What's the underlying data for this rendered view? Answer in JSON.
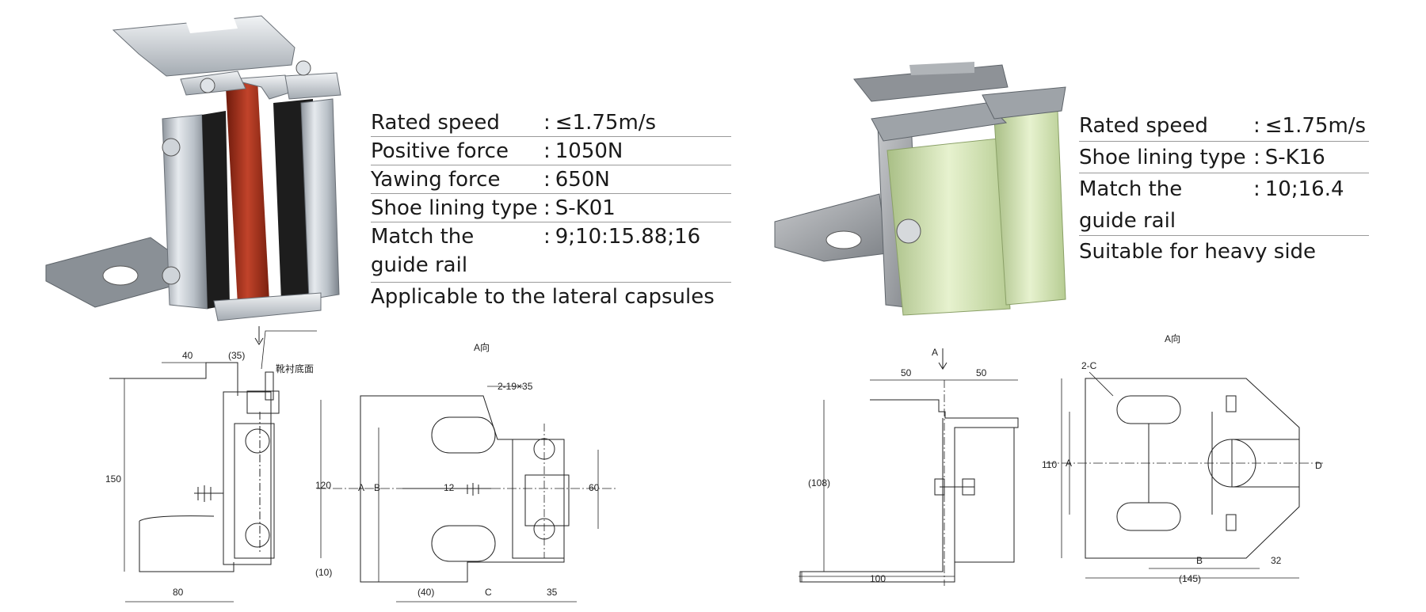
{
  "spec_left": {
    "rows": [
      {
        "key": "Rated speed",
        "value": "≤1.75m/s"
      },
      {
        "key": "Positive force",
        "value": "1050N"
      },
      {
        "key": "Yawing force",
        "value": "650N"
      },
      {
        "key": "Shoe lining type",
        "value": "S-K01"
      },
      {
        "key": "Match the guide rail",
        "value": "9;10:15.88;16"
      }
    ],
    "note": "Applicable to the lateral capsules"
  },
  "spec_right": {
    "rows": [
      {
        "key": "Rated speed",
        "value": "≤1.75m/s"
      },
      {
        "key": "Shoe lining type",
        "value": "S-K16"
      },
      {
        "key": "Match the guide rail",
        "value": "10;16.4"
      }
    ],
    "note": "Suitable for heavy side"
  },
  "drawing_left_side": {
    "dims": {
      "d40": "40",
      "d35": "(35)",
      "h150": "150",
      "h120": "120",
      "d10": "(10)",
      "d80": "80"
    },
    "note_label": "靴衬底面"
  },
  "drawing_left_front": {
    "title": "A向",
    "slot_label": "2-19×35",
    "dims": {
      "A": "A",
      "B": "B",
      "d12": "12",
      "d60": "60",
      "C": "C",
      "d40": "(40)",
      "d35": "35"
    }
  },
  "drawing_right_side": {
    "arrow_label": "A",
    "dims": {
      "d50a": "50",
      "d50b": "50",
      "h108": "(108)",
      "d100": "100"
    }
  },
  "drawing_right_front": {
    "title": "A向",
    "slot_label": "2-C",
    "dims": {
      "h110": "110",
      "A": "A",
      "D": "D",
      "B": "B",
      "d32": "32",
      "d145": "(145)"
    }
  },
  "colors": {
    "text": "#1a1a1a",
    "rule": "#9a9a9a",
    "lining_left": "#b8391e",
    "lining_right": "#c9e0a4"
  }
}
